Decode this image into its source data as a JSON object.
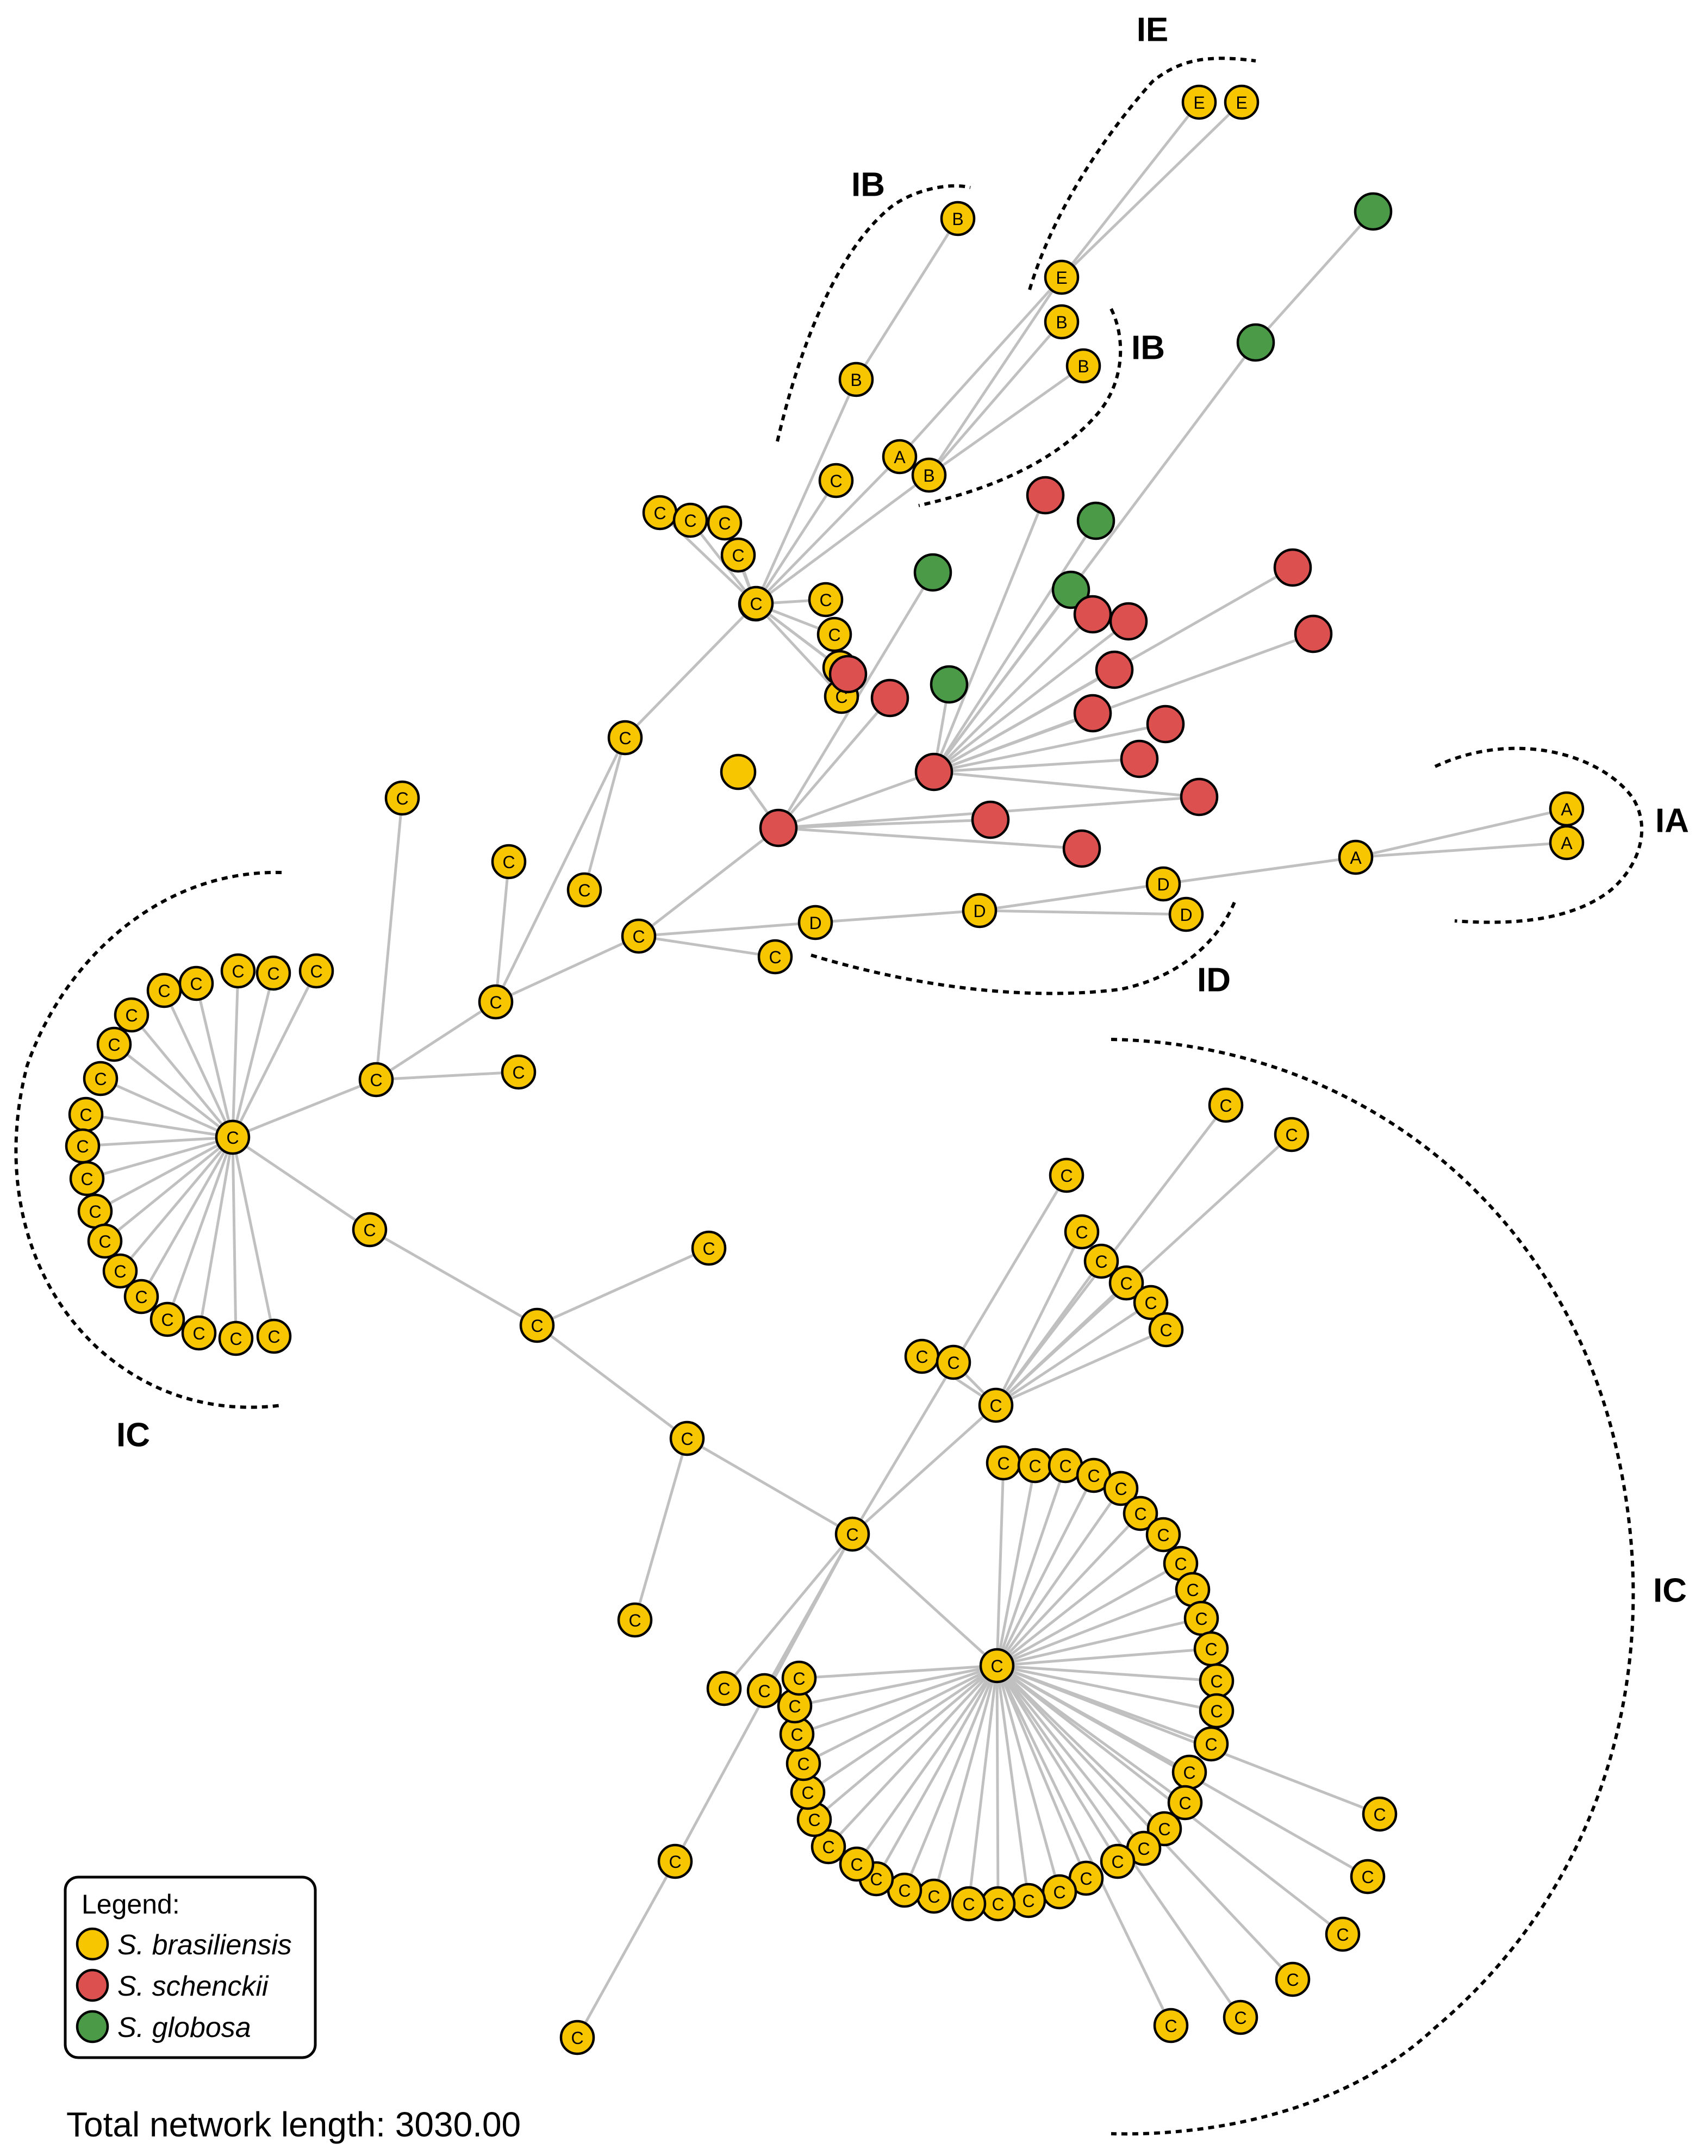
{
  "colors": {
    "S. brasiliensis": "#f7c600",
    "S. schenckii": "#dc5050",
    "S. globosa": "#4a9a48",
    "edge": "#c0c0c0"
  },
  "legend": {
    "title": "Legend:",
    "items": [
      {
        "label": "S. brasiliensis",
        "color": "#f7c600"
      },
      {
        "label": "S. schenckii",
        "color": "#dc5050"
      },
      {
        "label": "S. globosa",
        "color": "#4a9a48"
      }
    ]
  },
  "total_network_length": "Total network length: 3030.00",
  "cluster_labels": [
    "IE",
    "IB",
    "IB",
    "IA",
    "ID",
    "IC",
    "IC"
  ],
  "node_labels": [
    "A",
    "B",
    "C",
    "D",
    "E"
  ]
}
